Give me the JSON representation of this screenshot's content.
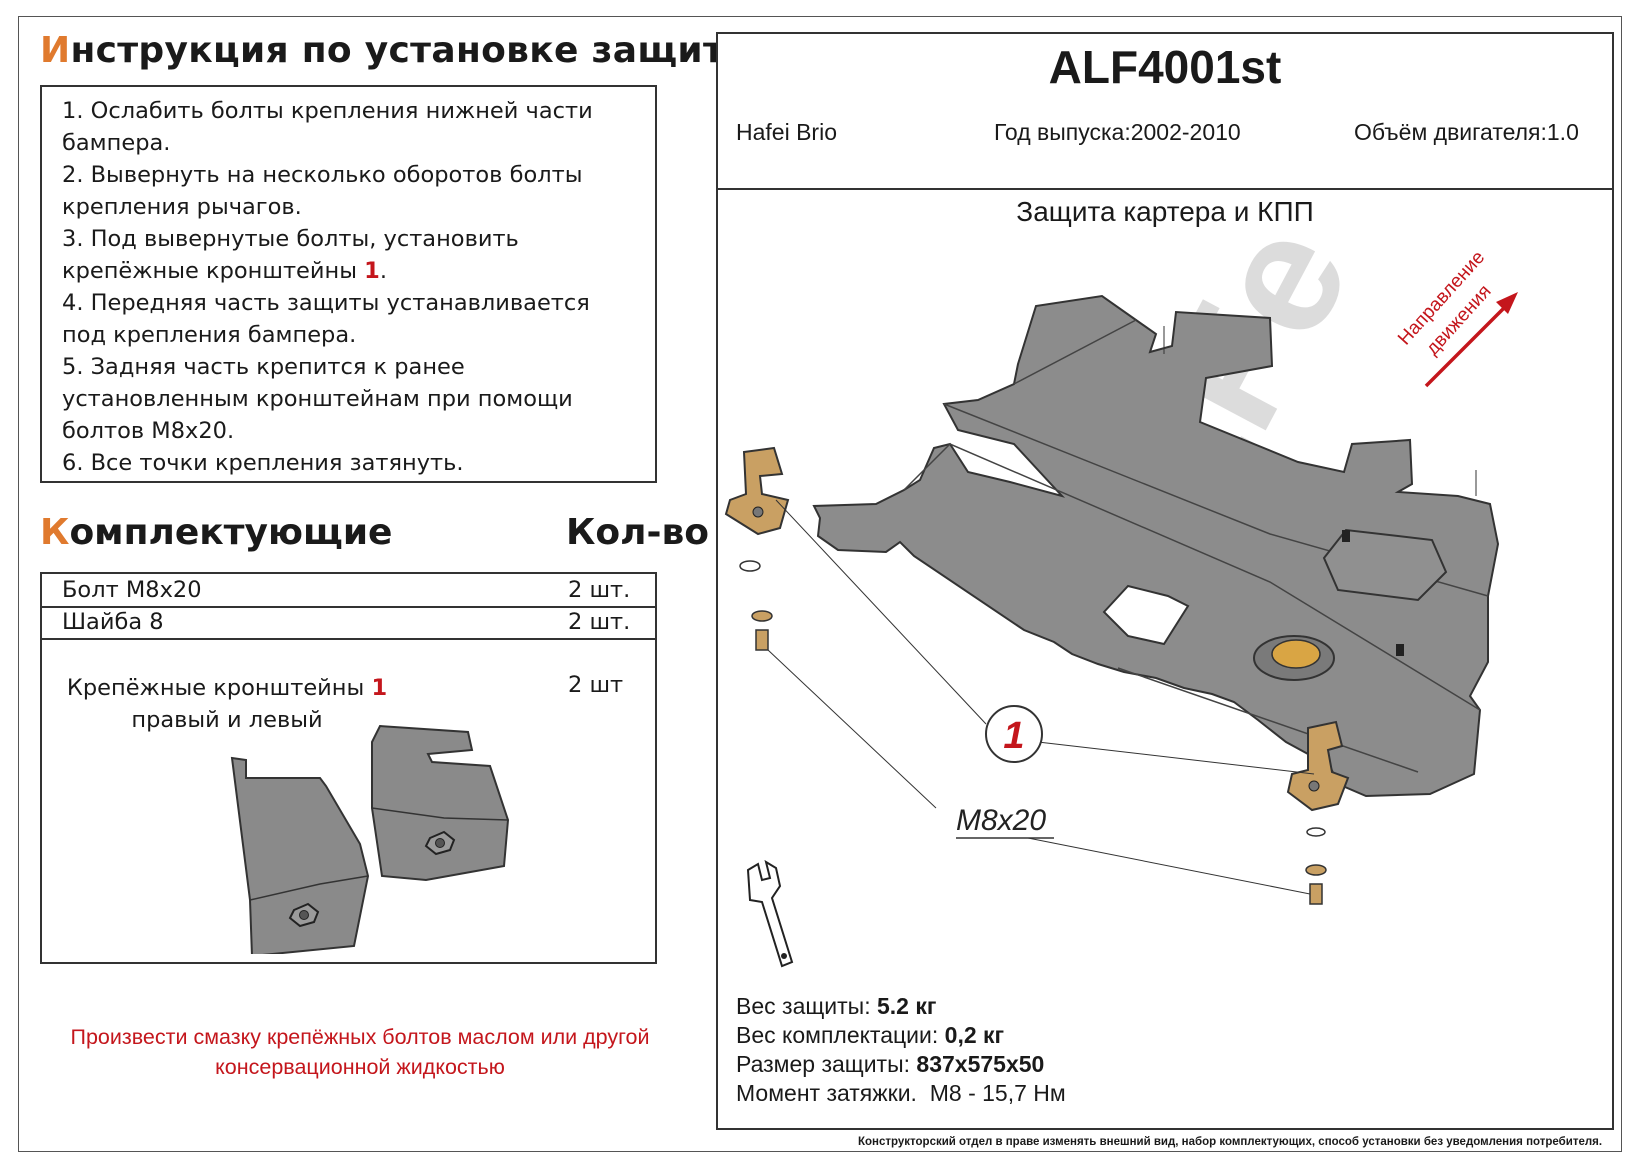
{
  "instructions": {
    "title_first": "И",
    "title_rest": "нструкция по установке защиты",
    "steps": [
      "1.  Ослабить болты крепления нижней части бампера.",
      "2.  Вывернуть на несколько оборотов болты крепления рычагов.",
      "3.  Под вывернутые болты, установить крепёжные кронштейны",
      "4.  Передняя часть защиты устанавливается под крепления бампера.",
      "5.  Задняя часть крепится к ранее установленным кронштейнам при помощи болтов М8х20.",
      "6.  Все точки крепления затянуть."
    ],
    "step3_ref": "1",
    "step3_end": "."
  },
  "parts": {
    "title_first": "К",
    "title_rest": "омплектующие",
    "qty_header": "Кол-во",
    "rows": [
      {
        "name": "Болт М8х20",
        "qty": "2 шт."
      },
      {
        "name": "Шайба 8",
        "qty": "2 шт."
      }
    ],
    "brackets_name": "Крепёжные кронштейны",
    "brackets_ref": "1",
    "brackets_sub": "правый и левый",
    "brackets_qty": "2 шт"
  },
  "grease_note": {
    "line1": "Произвести смазку крепёжных болтов маслом или другой",
    "line2": "консервационной жидкостью"
  },
  "product": {
    "code": "ALF4001st",
    "car": "Hafei Brio",
    "year": "Год выпуска:2002-2010",
    "engine": "Объём двигателя:1.0",
    "part_title": "Защита картера и КПП",
    "direction_line1": "Направление",
    "direction_line2": "движения",
    "callout_number": "1",
    "bolt_label": "M8x20",
    "watermark": "ALFe"
  },
  "specs": {
    "weight_label": "Вес защиты:",
    "weight_value": "5.2 кг",
    "kit_label": "Вес комплектации:",
    "kit_value": "0,2 кг",
    "size_label": "Размер защиты:",
    "size_value": "837х575х50",
    "torque_label": "Момент затяжки.",
    "torque_value": "М8 - 15,7 Нм"
  },
  "footnote": "Конструкторский отдел в праве изменять внешний вид, набор комплектующих, способ установки без уведомления потребителя.",
  "colors": {
    "accent_orange": "#e07a2e",
    "accent_red": "#c4161c",
    "plate_gray": "#8c8c8c",
    "bracket_tan": "#c9a063"
  }
}
